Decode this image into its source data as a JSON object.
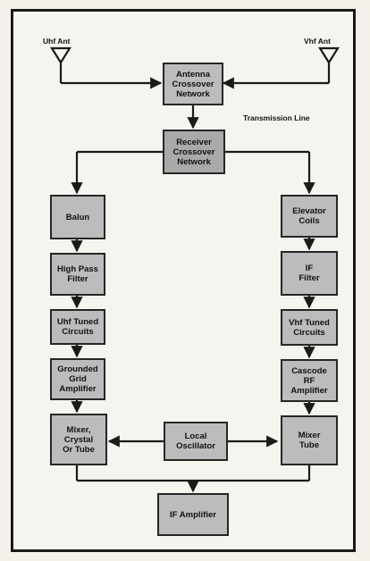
{
  "diagram": {
    "antennas": {
      "uhf": "Uhf Ant",
      "vhf": "Vhf Ant"
    },
    "transmission_line": "Transmission Line",
    "blocks": {
      "antenna_crossover": "Antenna\nCrossover\nNetwork",
      "receiver_crossover": "Receiver\nCrossover\nNetwork",
      "balun": "Balun",
      "high_pass_filter": "High Pass\nFilter",
      "uhf_tuned_circuits": "Uhf Tuned\nCircuits",
      "grounded_grid_amplifier": "Grounded\nGrid\nAmplifier",
      "mixer_crystal_or_tube": "Mixer,\nCrystal\nOr Tube",
      "local_oscillator": "Local\nOscillator",
      "elevator_coils": "Elevator\nCoils",
      "if_filter": "IF\nFilter",
      "vhf_tuned_circuits": "Vhf Tuned\nCircuits",
      "cascode_rf_amplifier": "Cascode\nRF\nAmplifier",
      "mixer_tube": "Mixer\nTube",
      "if_amplifier": "IF Amplifier"
    }
  }
}
